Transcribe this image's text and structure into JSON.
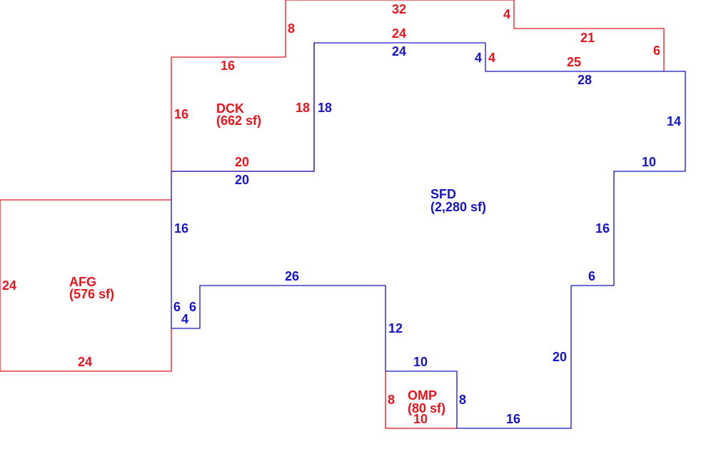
{
  "colors": {
    "red": "#e8141b",
    "blue": "#1414c8"
  },
  "areas": {
    "dck": {
      "code": "DCK",
      "area": "(662 sf)"
    },
    "sfd": {
      "code": "SFD",
      "area": "(2,280 sf)"
    },
    "afg": {
      "code": "AFG",
      "area": "(576 sf)"
    },
    "omp": {
      "code": "OMP",
      "area": "(80 sf)"
    }
  },
  "dims": {
    "dck": {
      "top": "32",
      "step1": "4",
      "right_top": "21",
      "right_side": "6",
      "mid_top": "24",
      "left_step": "8",
      "upper_left": "16",
      "left": "16",
      "right": "18",
      "bottom": "20",
      "step2": "4",
      "lower_right": "25"
    },
    "sfd": {
      "top": "24",
      "step1": "4",
      "top_right": "28",
      "right_upper": "14",
      "right_step": "10",
      "right_mid": "16",
      "mid_step": "6",
      "right_lower": "20",
      "bottom": "16",
      "left_top": "20",
      "left_side": "18",
      "left_mid": "16",
      "notch_a": "6",
      "notch_b": "6",
      "notch_bottom": "4",
      "inner_top": "26",
      "inner_side": "12",
      "omp_top": "10",
      "omp_side": "8"
    },
    "afg": {
      "left": "24",
      "bottom": "24"
    },
    "omp": {
      "left": "8",
      "bottom": "10"
    }
  }
}
